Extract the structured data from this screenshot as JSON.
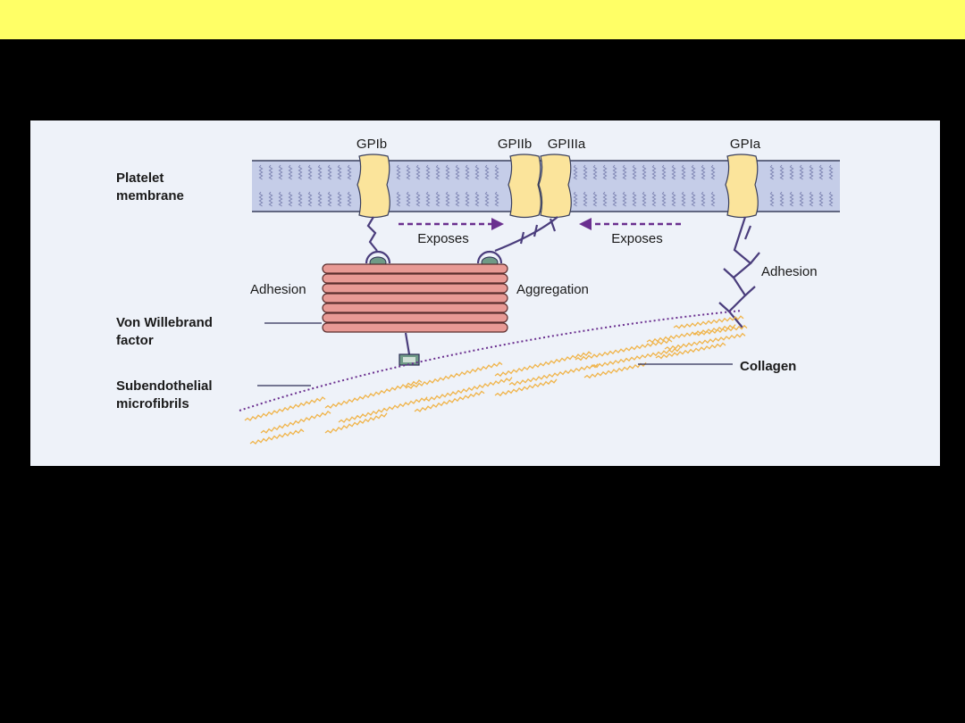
{
  "slide": {
    "title_bar_color": "#ffff66",
    "background_color": "#000000"
  },
  "figure": {
    "background_color": "#eef2f9",
    "receptors": {
      "gp_ib": "GPIb",
      "gp_iib": "GPIIb",
      "gp_iiia": "GPIIIa",
      "gp_ia": "GPIa"
    },
    "labels": {
      "platelet_membrane_line1": "Platelet",
      "platelet_membrane_line2": "membrane",
      "von_willebrand_line1": "Von Willebrand",
      "von_willebrand_line2": "factor",
      "subendothelial_line1": "Subendothelial",
      "subendothelial_line2": "microfibrils",
      "collagen": "Collagen"
    },
    "annotations": {
      "exposes_left": "Exposes",
      "exposes_right": "Exposes",
      "adhesion_left": "Adhesion",
      "aggregation": "Aggregation",
      "adhesion_right": "Adhesion"
    },
    "colors": {
      "membrane": "#c5cde8",
      "receptor": "#fbe49b",
      "vwf": "#e89a95",
      "collagen": "#f0b44a",
      "ligand": "#4a3d7c",
      "arrow": "#6a2f8f"
    }
  }
}
